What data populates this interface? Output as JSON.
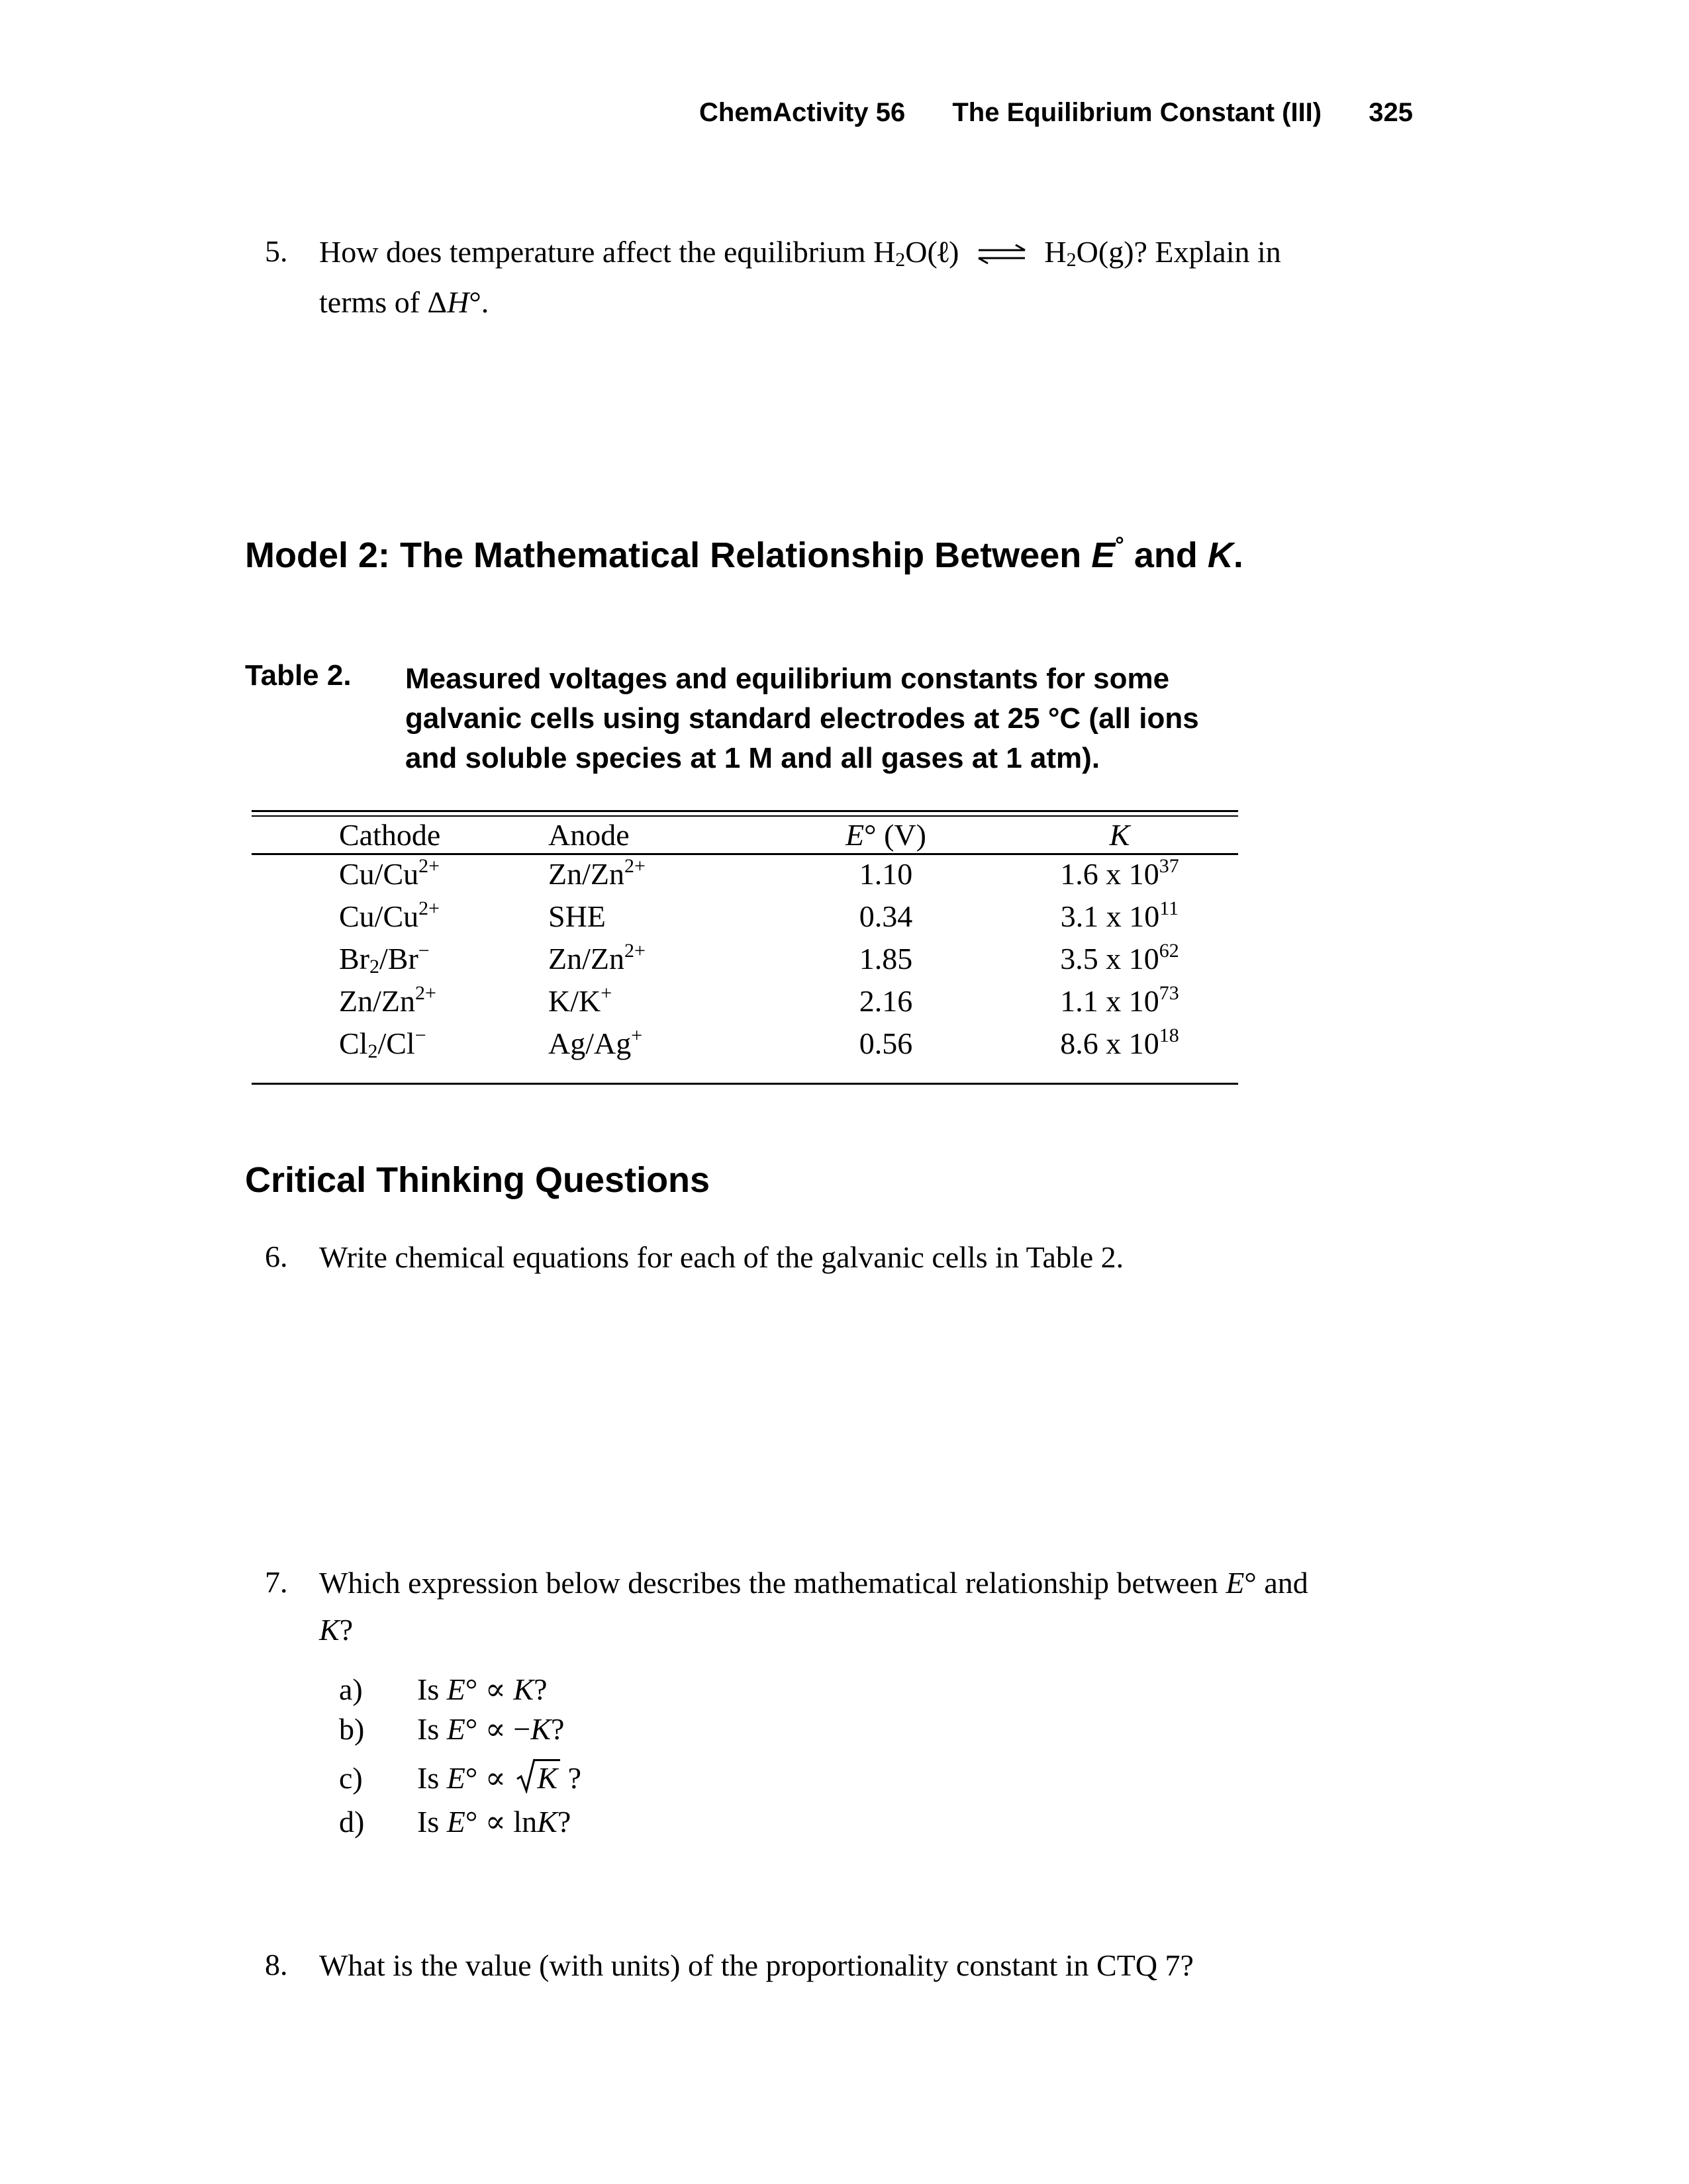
{
  "header": {
    "activity": "ChemActivity 56",
    "title": "The Equilibrium Constant (III)",
    "page_number": "325"
  },
  "q5": {
    "number": "5.",
    "line1_before": "How does temperature affect the equilibrium H",
    "sub1": "2",
    "line1_mid": "O(",
    "ell": "ℓ",
    "line1_after": ")",
    "arrow": "⇄",
    "line1_product": " H",
    "sub2": "2",
    "line1_end": "O(g)?  Explain in",
    "line2_before": "terms of Δ",
    "line2_italic": "H",
    "line2_after": "°."
  },
  "model": {
    "heading_before": "Model 2: The Mathematical Relationship Between ",
    "heading_E": "E",
    "heading_deg": "°",
    "heading_and": " and ",
    "heading_K": "K",
    "heading_end": "."
  },
  "table": {
    "caption_label": "Table 2.",
    "caption_text": "Measured voltages and equilibrium constants for some galvanic cells using standard electrodes at 25 °C (all ions and soluble species at 1 M and all gases at 1 atm).",
    "headers": {
      "cathode": "Cathode",
      "anode": "Anode",
      "e_italic": "E",
      "e_rest": "° (V)",
      "k": "K"
    },
    "rows": [
      {
        "cathode_base": "Cu/Cu",
        "cathode_sup": "2+",
        "cathode_sub": "",
        "cathode_mid": "",
        "anode_base": "Zn/Zn",
        "anode_sup": "2+",
        "e": "1.10",
        "k_mant": "1.6 x 10",
        "k_exp": "37"
      },
      {
        "cathode_base": "Cu/Cu",
        "cathode_sup": "2+",
        "cathode_sub": "",
        "cathode_mid": "",
        "anode_base": "SHE",
        "anode_sup": "",
        "e": "0.34",
        "k_mant": "3.1 x 10",
        "k_exp": "11"
      },
      {
        "cathode_base": "Br",
        "cathode_sub": "2",
        "cathode_mid": "/Br",
        "cathode_sup": "−",
        "anode_base": "Zn/Zn",
        "anode_sup": "2+",
        "e": "1.85",
        "k_mant": "3.5 x 10",
        "k_exp": "62"
      },
      {
        "cathode_base": "Zn/Zn",
        "cathode_sup": "2+",
        "cathode_sub": "",
        "cathode_mid": "",
        "anode_base": "K/K",
        "anode_sup": "+",
        "e": "2.16",
        "k_mant": "1.1 x 10",
        "k_exp": "73"
      },
      {
        "cathode_base": "Cl",
        "cathode_sub": "2",
        "cathode_mid": "/Cl",
        "cathode_sup": "−",
        "anode_base": "Ag/Ag",
        "anode_sup": "+",
        "e": "0.56",
        "k_mant": "8.6 x 10",
        "k_exp": "18"
      }
    ]
  },
  "ctq": {
    "heading": "Critical Thinking Questions"
  },
  "q6": {
    "number": "6.",
    "text": "Write chemical equations for each of the galvanic cells in Table 2."
  },
  "q7": {
    "number": "7.",
    "line1_before": "Which expression below describes the mathematical relationship between ",
    "line1_E": "E",
    "line1_after": "° and",
    "line2_K": "K",
    "line2_after": "?",
    "options": [
      {
        "letter": "a)",
        "is": "Is ",
        "E": "E",
        "deg": "°",
        "prop": " ∝ ",
        "pre": "",
        "K": "K",
        "post": "?"
      },
      {
        "letter": "b)",
        "is": "Is ",
        "E": "E",
        "deg": "°",
        "prop": " ∝ ",
        "pre": "−",
        "K": "K",
        "post": "?"
      },
      {
        "letter": "c)",
        "is": "Is ",
        "E": "E",
        "deg": "°",
        "prop": " ∝ ",
        "pre": "",
        "K": "K",
        "post": " ?"
      },
      {
        "letter": "d)",
        "is": "Is ",
        "E": "E",
        "deg": "°",
        "prop": " ∝ ",
        "pre": "ln",
        "K": "K",
        "post": "?"
      }
    ]
  },
  "q8": {
    "number": "8.",
    "text": "What is the value (with units) of the proportionality constant in CTQ 7?"
  }
}
